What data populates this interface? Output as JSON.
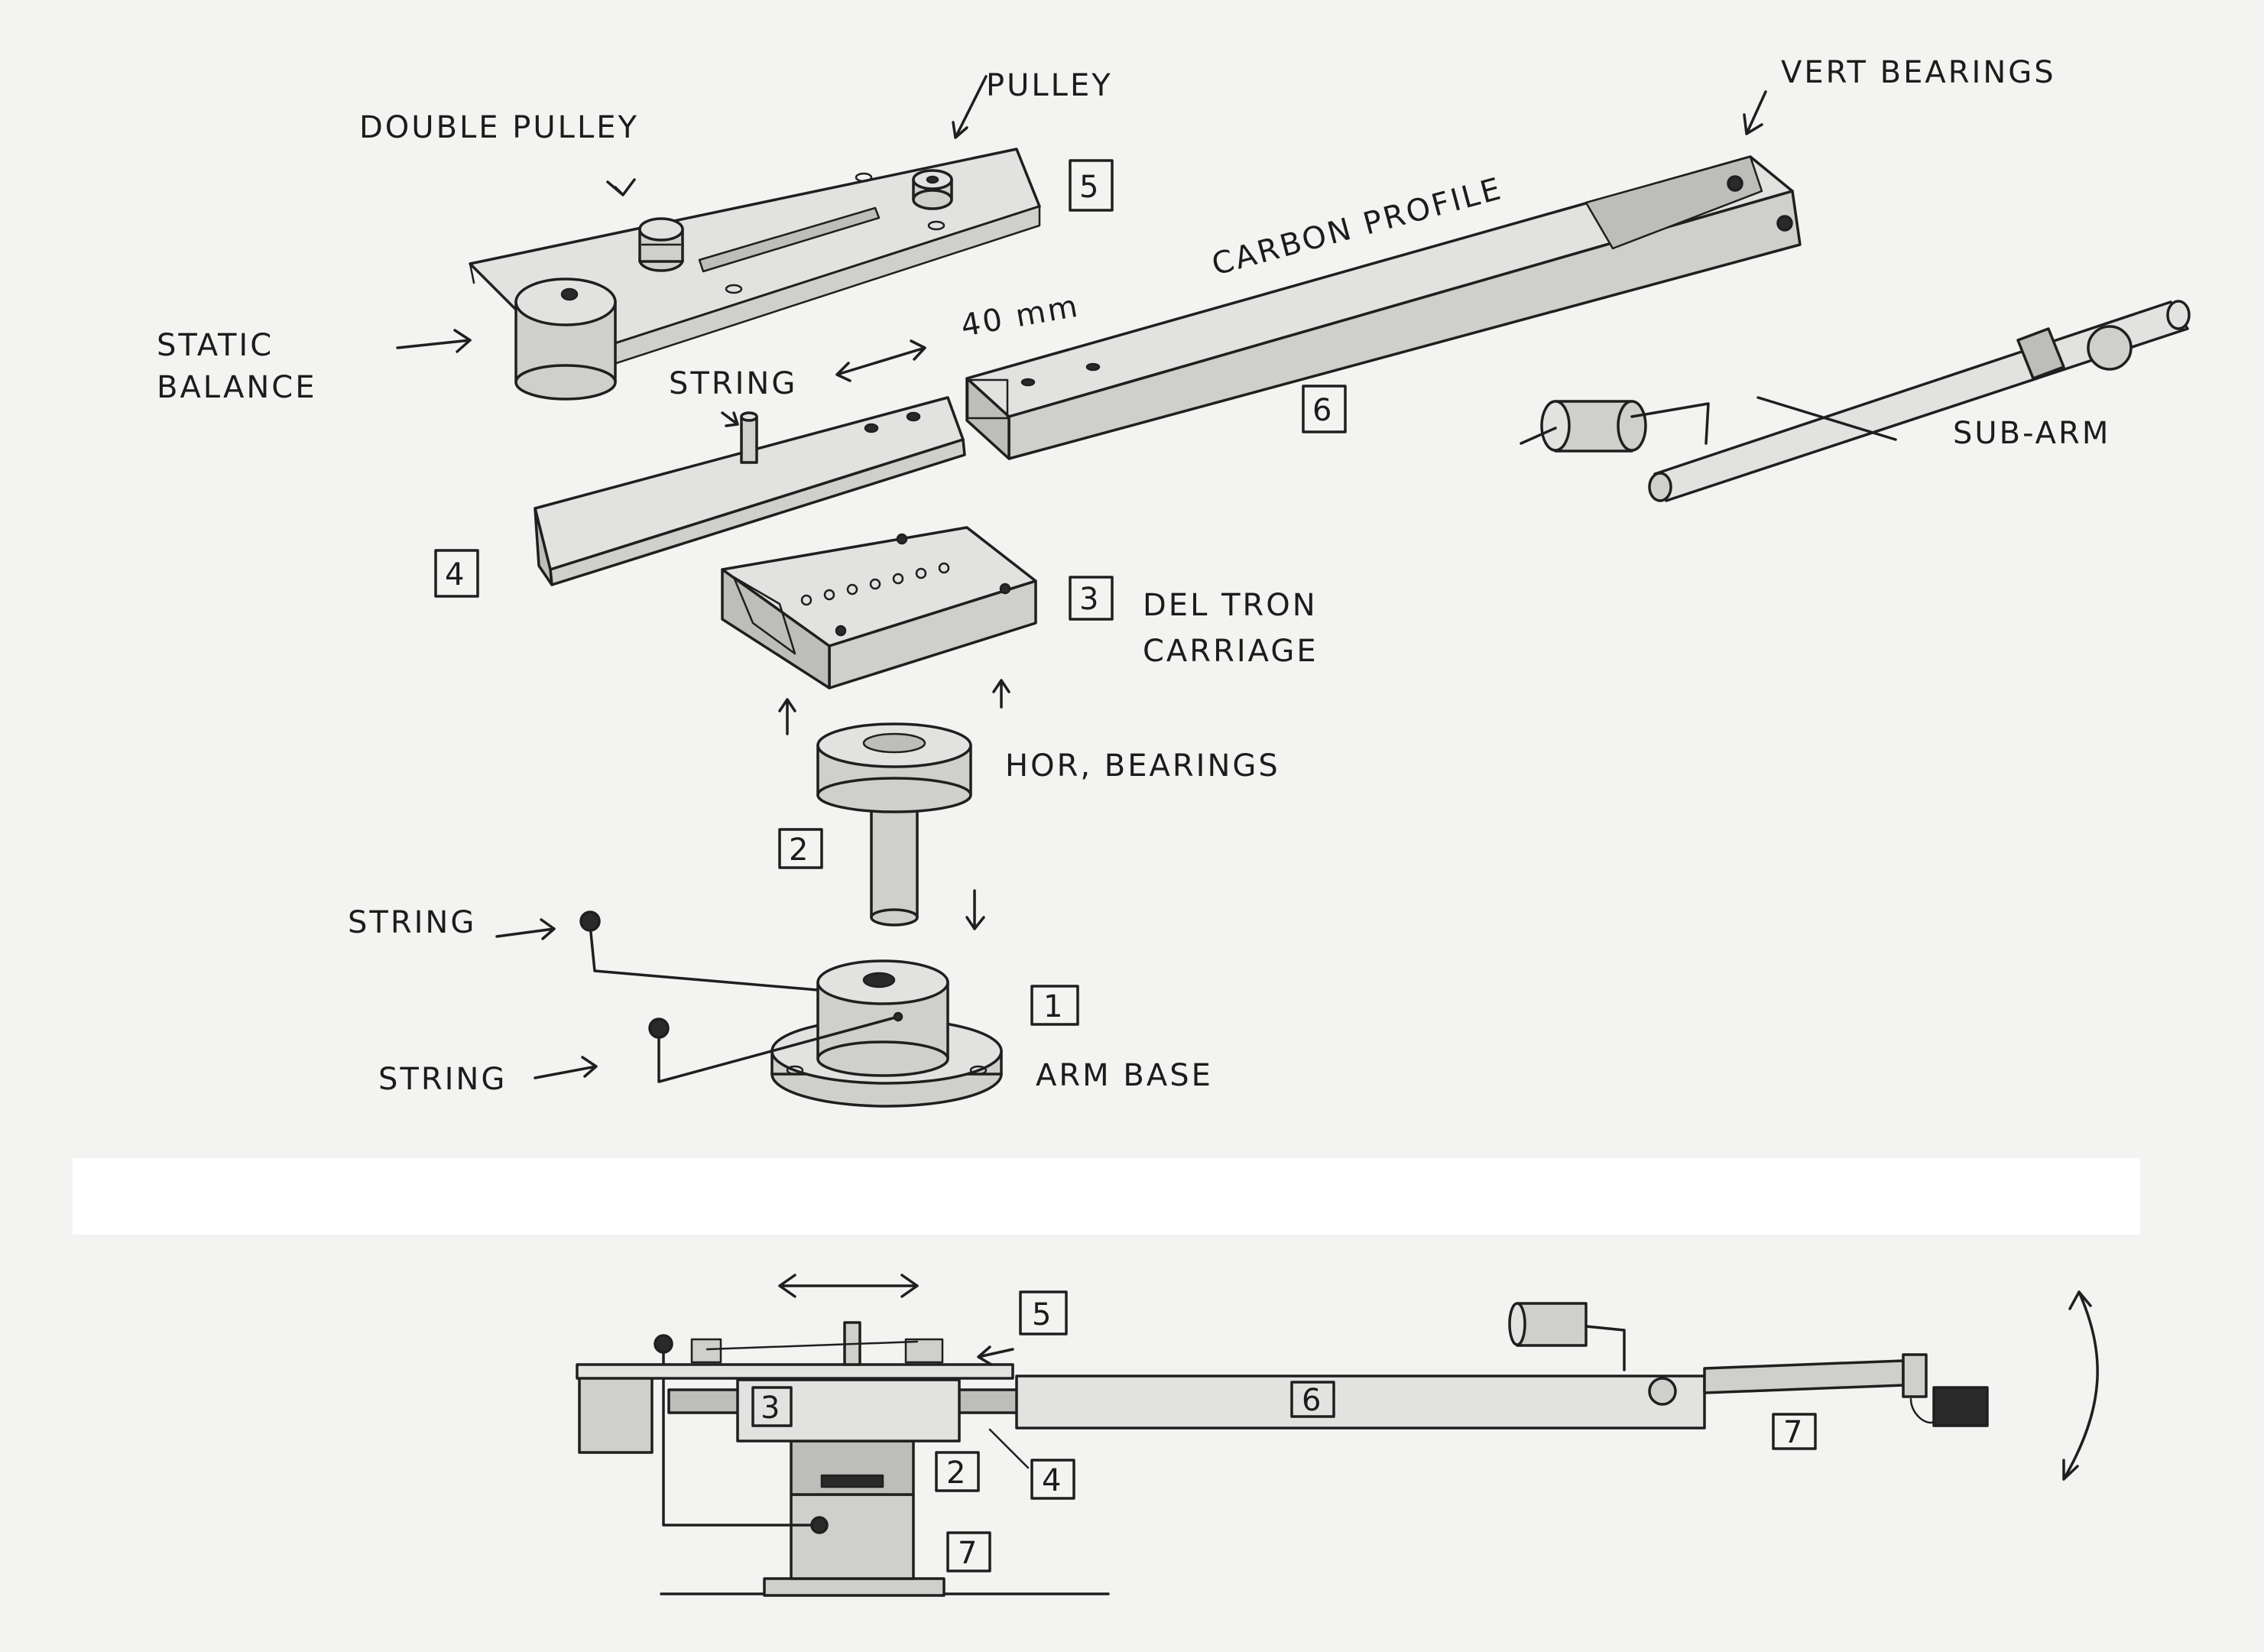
{
  "labels": {
    "double_pulley": "DOUBLE PULLEY",
    "pulley": "PULLEY",
    "vert_bearings": "VERT BEARINGS",
    "carbon_profile": "CARBON PROFILE",
    "static_balance_line1": "STATIC",
    "static_balance_line2": "BALANCE",
    "dimension": "40 mm",
    "string_top": "STRING",
    "sub_arm": "SUB-ARM",
    "deltron_line1": "DEL TRON",
    "deltron_line2": "CARRIAGE",
    "hor_bearings": "HOR, BEARINGS",
    "string_left_1": "STRING",
    "string_left_2": "STRING",
    "arm_base": "ARM BASE"
  },
  "part_numbers": {
    "exploded": {
      "p5": "5",
      "p6": "6",
      "p4": "4",
      "p3": "3",
      "p2": "2",
      "p1": "1"
    },
    "assembled": {
      "p5": "5",
      "p3": "3",
      "p6": "6",
      "p2": "2",
      "p4": "4",
      "p7_arm": "7",
      "p1": "7"
    }
  },
  "colors": {
    "paper": "#f3f3f1",
    "ink": "#1f1f1f",
    "graphite_light": "#e2e2e0",
    "graphite_mid": "#cfcfcc",
    "graphite_dark": "#bdbdba",
    "divider": "#ffffff"
  }
}
